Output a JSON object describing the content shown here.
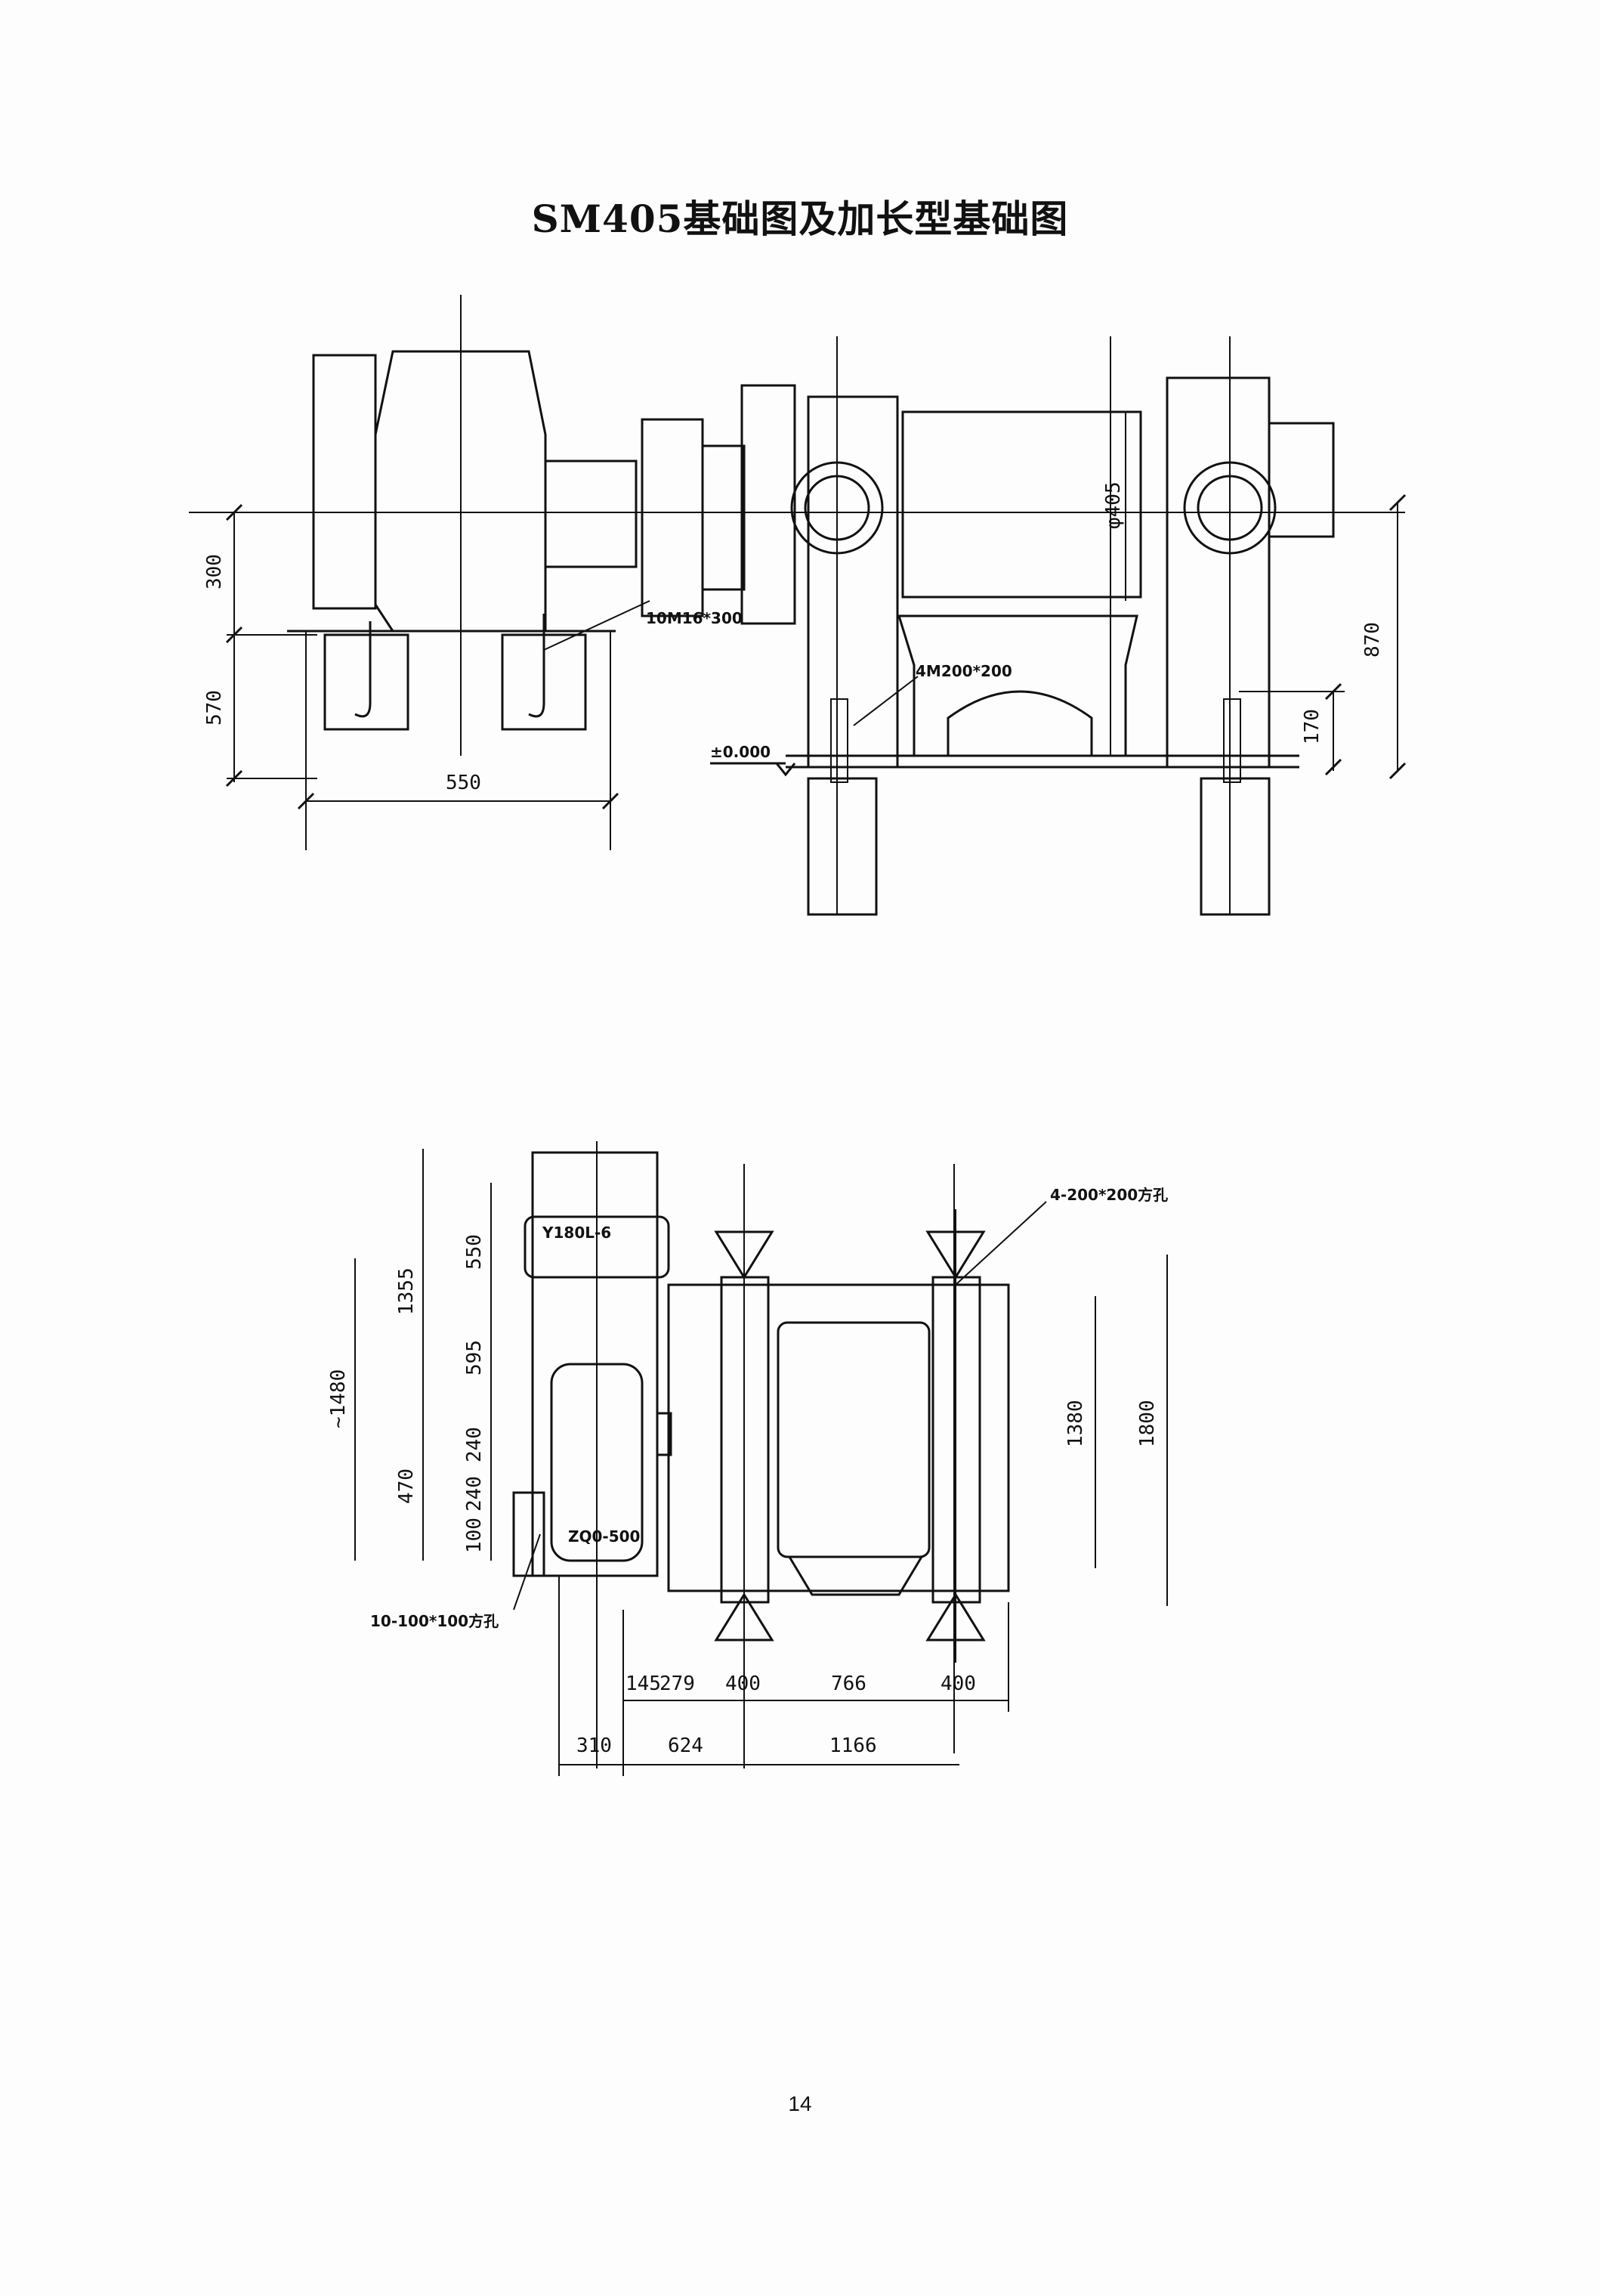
{
  "title": "SM405基础图及加长型基础图",
  "page_number": "14",
  "top_view": {
    "dims": {
      "d300": "300",
      "d570": "570",
      "d550": "550",
      "d870": "870",
      "d170": "170",
      "dia": "φ405"
    },
    "labels": {
      "bolt": "10M16*300",
      "anchor": "4M200*200",
      "level": "±0.000"
    }
  },
  "plan_view": {
    "dims": {
      "d550": "550",
      "d595": "595",
      "d240a": "240",
      "d240b": "240",
      "d100": "100",
      "d1355": "1355",
      "d1480": "~1480",
      "d470": "470",
      "d1380": "1380",
      "d1800": "1800",
      "d145": "145",
      "d279": "279",
      "d400a": "400",
      "d766": "766",
      "d400b": "400",
      "d310": "310",
      "d624": "624",
      "d1166": "1166"
    },
    "labels": {
      "motor": "Y180L-6",
      "reducer": "ZQ0-500",
      "holes_left": "10-100*100方孔",
      "holes_right": "4-200*200方孔"
    }
  }
}
